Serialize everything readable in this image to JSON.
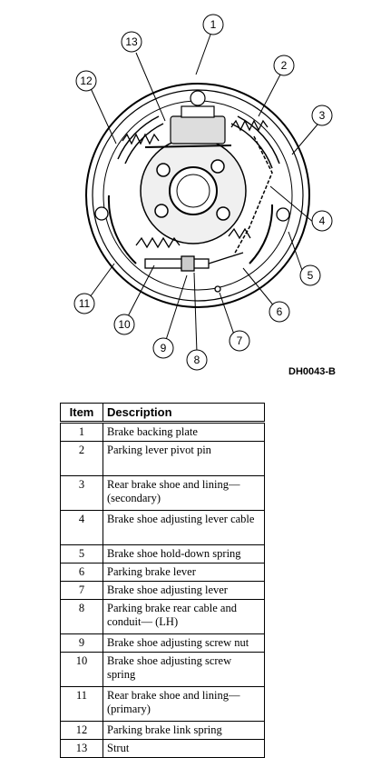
{
  "figure": {
    "code": "DH0043-B",
    "callouts": [
      "1",
      "2",
      "3",
      "4",
      "5",
      "6",
      "7",
      "8",
      "9",
      "10",
      "11",
      "12",
      "13"
    ]
  },
  "table": {
    "headers": {
      "item": "Item",
      "description": "Description"
    },
    "rows": [
      {
        "item": "1",
        "description": "Brake backing plate"
      },
      {
        "item": "2",
        "description": "Parking lever pivot pin"
      },
      {
        "item": "3",
        "description": "Rear brake shoe and lining— (secondary)"
      },
      {
        "item": "4",
        "description": "Brake shoe adjusting lever cable"
      },
      {
        "item": "5",
        "description": "Brake shoe hold-down spring"
      },
      {
        "item": "6",
        "description": "Parking brake lever"
      },
      {
        "item": "7",
        "description": "Brake shoe adjusting lever"
      },
      {
        "item": "8",
        "description": "Parking brake rear cable and conduit— (LH)"
      },
      {
        "item": "9",
        "description": "Brake shoe adjusting screw nut"
      },
      {
        "item": "10",
        "description": "Brake shoe adjusting screw spring"
      },
      {
        "item": "11",
        "description": "Rear brake shoe and lining— (primary)"
      },
      {
        "item": "12",
        "description": "Parking brake link spring"
      },
      {
        "item": "13",
        "description": "Strut"
      }
    ]
  }
}
